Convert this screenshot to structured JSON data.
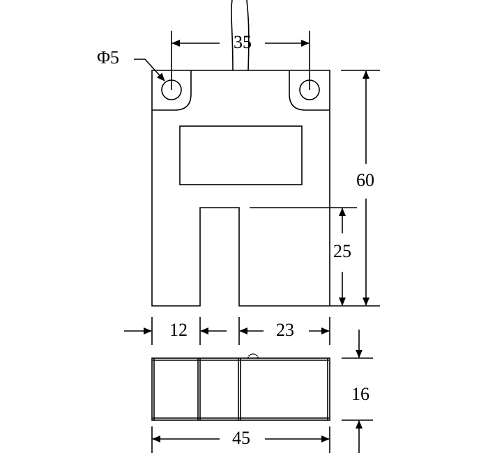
{
  "drawing": {
    "hole_label": "Φ5",
    "dims": {
      "hole_spacing": "35",
      "height": "60",
      "slot_depth": "25",
      "left_width": "12",
      "right_width": "23",
      "thickness": "16",
      "total_width": "45"
    },
    "colors": {
      "line": "#000000",
      "background": "#ffffff"
    }
  }
}
